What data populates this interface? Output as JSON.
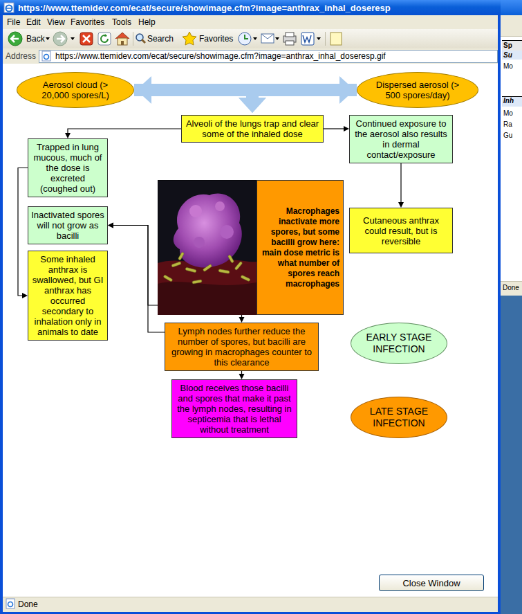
{
  "diagram": {
    "nodes": [
      {
        "text": [
          "Aerosol cloud (> 20,000 spores/L)"
        ]
      },
      {
        "text": [
          "Dispersed aerosol (> 500 spores/day)"
        ]
      },
      {
        "text": [
          "Alveoli of the lungs trap and clear some of the inhaled dose"
        ]
      },
      {
        "text": [
          "Trapped in lung mucous, much of the dose is excreted (coughed out)"
        ]
      },
      {
        "text": [
          "Continued exposure to the aerosol also results in dermal contact/exposure"
        ]
      },
      {
        "text": [
          "Macrophages inactivate more spores, but some bacilli grow here: main dose metric is what number of spores reach macrophages"
        ]
      },
      {
        "text": [
          "Cutaneous anthrax could result, but is reversible"
        ]
      },
      {
        "text": [
          "Inactivated spores will not grow as bacilli"
        ]
      },
      {
        "text": [
          "Some inhaled anthrax is swallowed, but GI anthrax has occurred secondary to inhalation only in animals to date"
        ]
      },
      {
        "text": [
          "Lymph nodes further reduce the number of spores, but bacilli are growing in macrophages counter to this clearance"
        ]
      },
      {
        "text": [
          "EARLY STAGE INFECTION"
        ]
      },
      {
        "text": [
          "Blood receives those bacilli and spores that make it past the lymph nodes, resulting in septicemia that is lethal without treatment"
        ]
      },
      {
        "text": [
          "LATE STAGE INFECTION"
        ]
      },
      {
        "text": [
          "Close Window"
        ]
      }
    ],
    "edges": [
      {
        "from": 0,
        "to": 1,
        "arrow": "both"
      },
      {
        "from": 0,
        "to": 2,
        "arrow": "to"
      },
      {
        "from": 1,
        "to": 2,
        "arrow": "to"
      },
      {
        "from": 2,
        "to": 3,
        "arrow": "to"
      },
      {
        "from": 2,
        "to": 4,
        "arrow": "to"
      },
      {
        "from": 4,
        "to": 6,
        "arrow": "to"
      },
      {
        "from": 3,
        "to": 8,
        "arrow": "to"
      },
      {
        "from": 5,
        "to": 7,
        "arrow": "to"
      },
      {
        "from": 9,
        "to": 7,
        "arrow": "to"
      },
      {
        "from": 5,
        "to": 9,
        "arrow": "to"
      },
      {
        "from": 9,
        "to": 11,
        "arrow": "to"
      }
    ],
    "labels": [
      "https://www.ttemidev.com/ecat/secure/showimage.cfm?image=anthrax_inhal_doseresp",
      "File",
      "Edit",
      "View",
      "Favorites",
      "Tools",
      "Help",
      "Back",
      "Search",
      "Favorites",
      "Address",
      "https://www.ttemidev.com/ecat/secure/showimage.cfm?image=anthrax_inhal_doseresp.gif",
      "Done",
      "Sp",
      "Su",
      "Mo",
      "Inh",
      "Mo",
      "Ra",
      "Gu",
      "Done"
    ]
  }
}
